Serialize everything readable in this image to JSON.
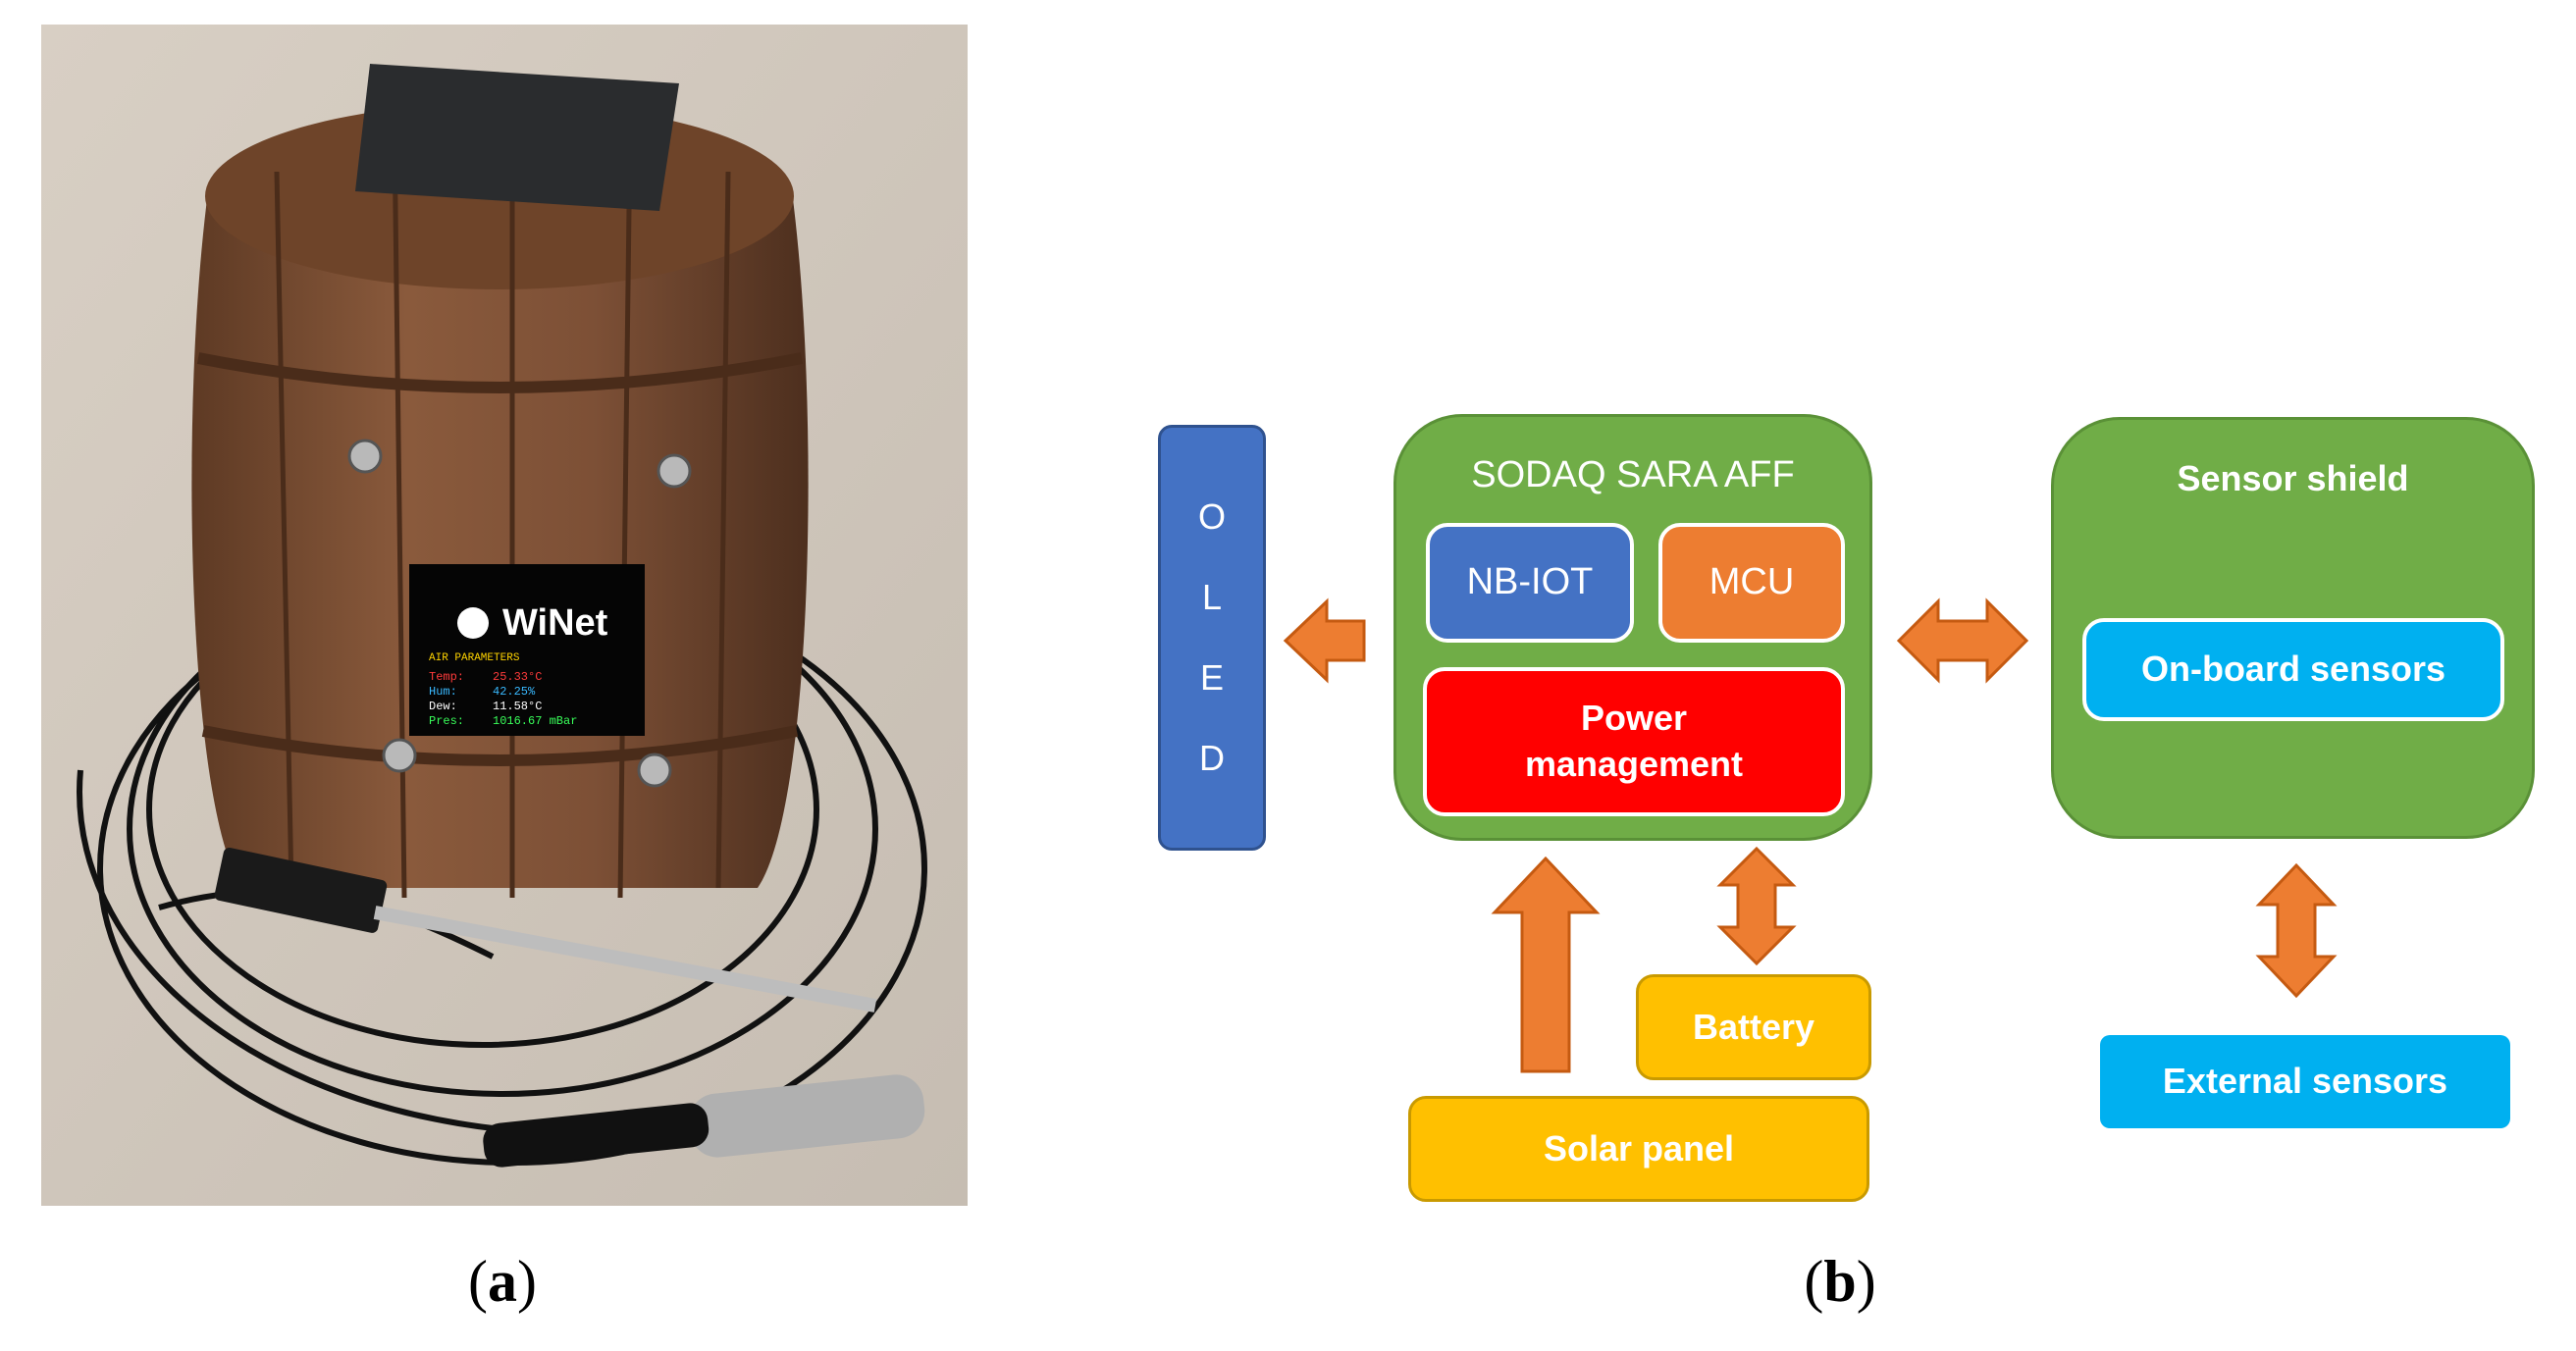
{
  "panel_a": {
    "caption_letter": "a",
    "display": {
      "logo": "WiNet",
      "heading": "AIR PARAMETERS",
      "rows": [
        {
          "label": "Temp:",
          "value": "25.33°C"
        },
        {
          "label": "Hum:",
          "value": "42.25%"
        },
        {
          "label": "Dew:",
          "value": "11.58°C"
        },
        {
          "label": "Pres:",
          "value": "1016.67 mBar"
        }
      ]
    }
  },
  "panel_b": {
    "caption_letter": "b",
    "oled_letters": [
      "O",
      "L",
      "E",
      "D"
    ],
    "sodaq": {
      "title": "SODAQ SARA AFF",
      "nbiot": "NB-IOT",
      "mcu": "MCU",
      "power_line1": "Power",
      "power_line2": "management"
    },
    "sensor_shield": {
      "title": "Sensor shield",
      "onboard": "On-board sensors"
    },
    "battery": "Battery",
    "solar_panel": "Solar panel",
    "external_sensors": "External sensors"
  },
  "colors": {
    "green": "#70ad47",
    "blue": "#4472c4",
    "orange": "#ed7d31",
    "red": "#ff0000",
    "yellow": "#ffc000",
    "cyan": "#00b0f0"
  }
}
